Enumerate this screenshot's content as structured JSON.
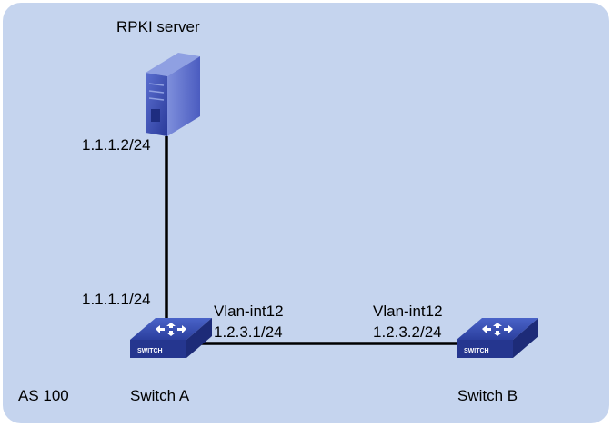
{
  "diagram": {
    "area_label": "AS 100",
    "area_color": "#c5d4ee",
    "nodes": {
      "server": {
        "name": "RPKI server",
        "icon": "server-icon",
        "ip": "1.1.1.2/24"
      },
      "switch_a": {
        "name": "Switch A",
        "icon": "switch-icon",
        "badge": "SWITCH",
        "ip_to_server": "1.1.1.1/24",
        "interface": "Vlan-int12",
        "interface_ip": "1.2.3.1/24"
      },
      "switch_b": {
        "name": "Switch B",
        "icon": "switch-icon",
        "badge": "SWITCH",
        "interface": "Vlan-int12",
        "interface_ip": "1.2.3.2/24"
      }
    },
    "links": [
      {
        "from": "server",
        "to": "switch_a"
      },
      {
        "from": "switch_a",
        "to": "switch_b"
      }
    ]
  }
}
